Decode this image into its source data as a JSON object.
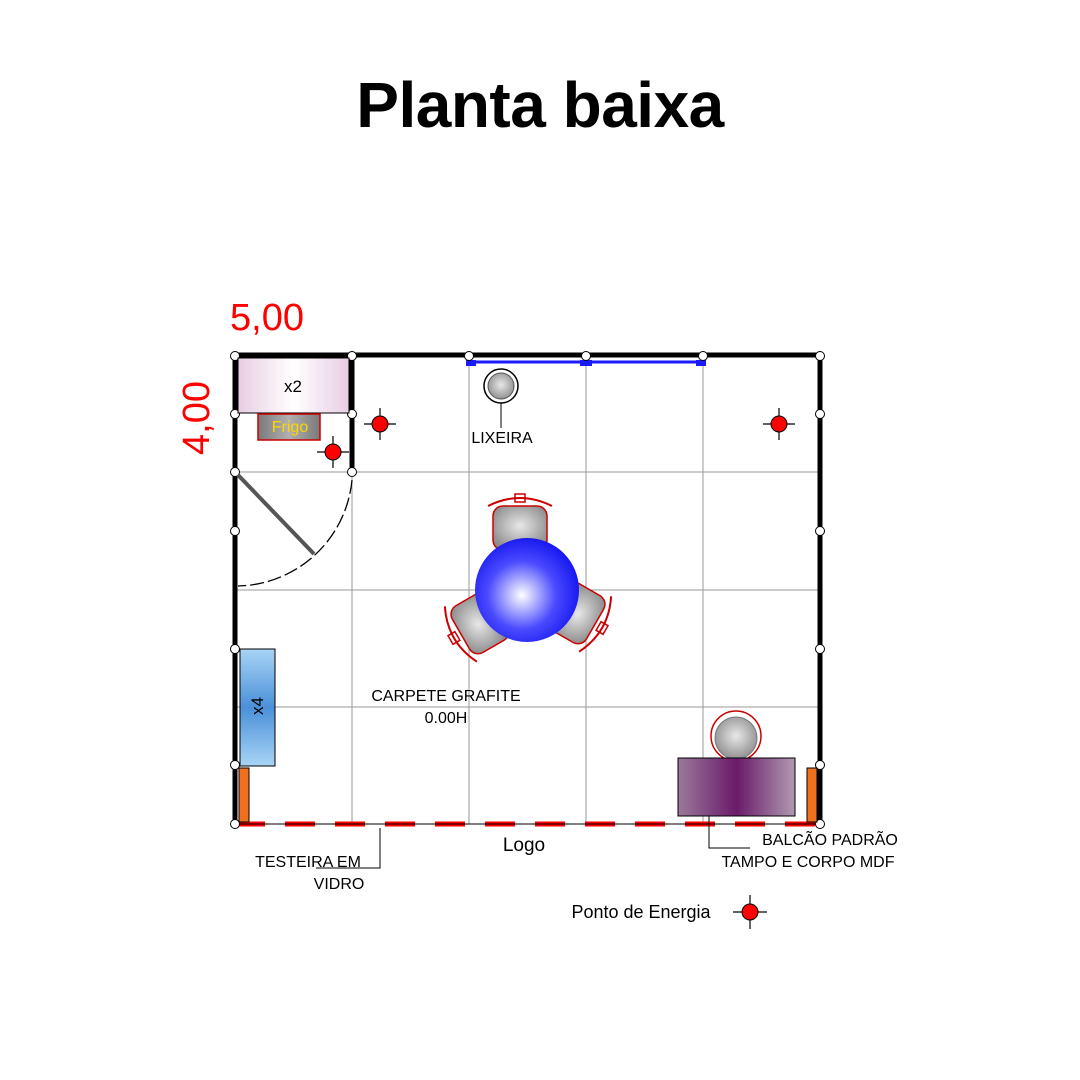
{
  "title": "Planta baixa",
  "dimensions": {
    "width": "5,00",
    "depth": "4,00"
  },
  "labels": {
    "cooler_count": "x2",
    "frigo": "Frigo",
    "lixeira": "LIXEIRA",
    "shelf_count": "x4",
    "carpet_line1": "CARPETE GRAFITE",
    "carpet_line2": "0.00H",
    "logo": "Logo",
    "testeira_line1": "TESTEIRA EM",
    "testeira_line2": "VIDRO",
    "balcao_line1": "BALCÃO PADRÃO",
    "balcao_line2": "TAMPO E CORPO MDF"
  },
  "legend": {
    "energy_point": "Ponto de Energia"
  },
  "colors": {
    "dimension": "#ff0000",
    "wall": "#000000",
    "grid": "#999999",
    "glass_front": "#ff0000",
    "window": "#1a1aff",
    "energy_fill": "#ff0000",
    "frigo_text": "#ffd700",
    "shelf": "#4a90d9",
    "counter": "#6a1a6a",
    "panel": "#f07020"
  }
}
